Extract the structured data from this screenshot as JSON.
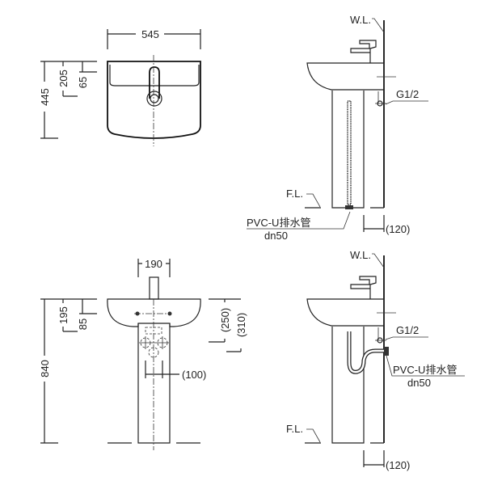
{
  "top_view": {
    "width": "545",
    "depth": "445",
    "tap_offset": "205",
    "rim": "65"
  },
  "side_view_flexible": {
    "wall_label": "W.L.",
    "floor_label": "F.L.",
    "supply_label": "G1/2",
    "drain_label": "PVC-U排水管",
    "drain_size": "dn50",
    "wall_offset": "(120)"
  },
  "front_view": {
    "tap_width": "190",
    "height": "840",
    "tap_height": "195",
    "rim_height": "85",
    "supply_height_1": "(250)",
    "supply_height_2": "(310)",
    "supply_spacing": "(100)"
  },
  "side_view_trap": {
    "wall_label": "W.L.",
    "floor_label": "F.L.",
    "supply_label": "G1/2",
    "drain_label": "PVC-U排水管",
    "drain_size": "dn50",
    "wall_offset": "(120)"
  }
}
